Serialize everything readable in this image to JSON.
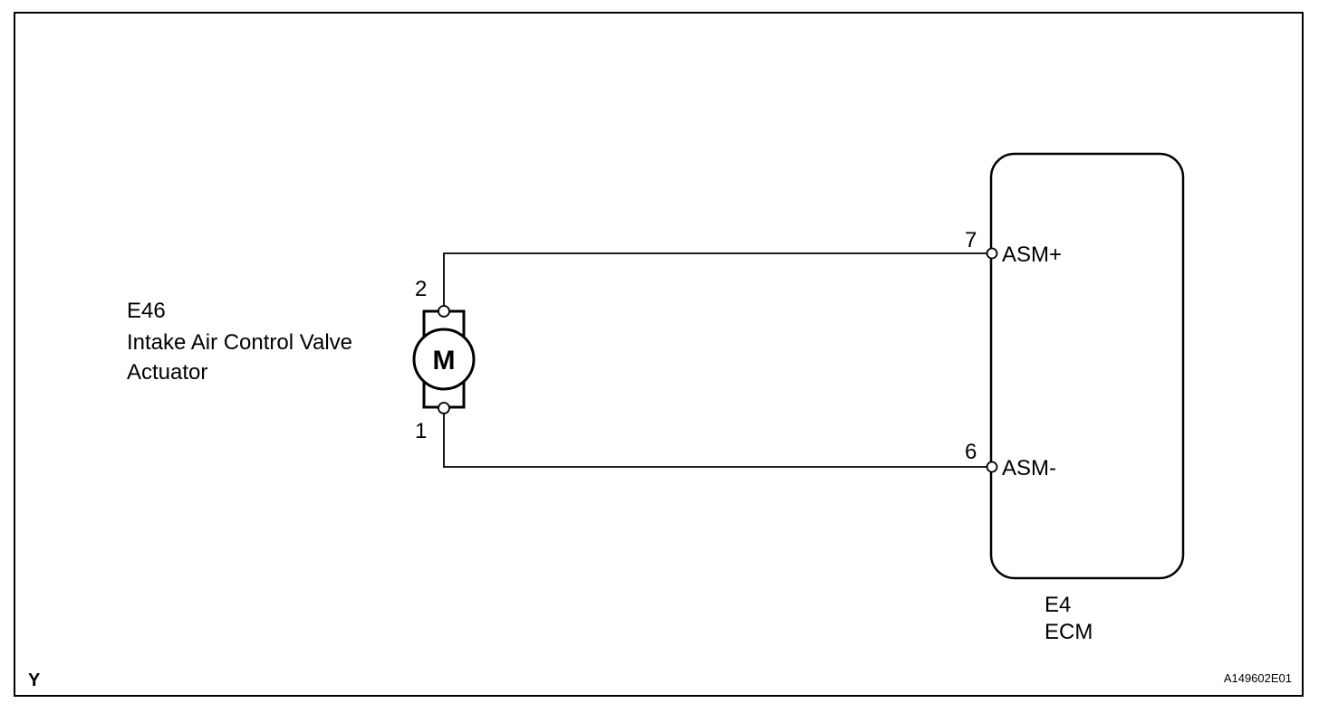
{
  "component": {
    "code": "E46",
    "name_line1": "Intake Air Control Valve",
    "name_line2": "Actuator",
    "motor_symbol": "M",
    "pin_top": "2",
    "pin_bottom": "1"
  },
  "ecm": {
    "code": "E4",
    "name": "ECM",
    "pin_top_number": "7",
    "pin_top_label": "ASM+",
    "pin_bottom_number": "6",
    "pin_bottom_label": "ASM-"
  },
  "footer": {
    "wire_color": "Y",
    "figure_id": "A149602E01"
  },
  "colors": {
    "line": "#000000",
    "background": "#ffffff"
  }
}
